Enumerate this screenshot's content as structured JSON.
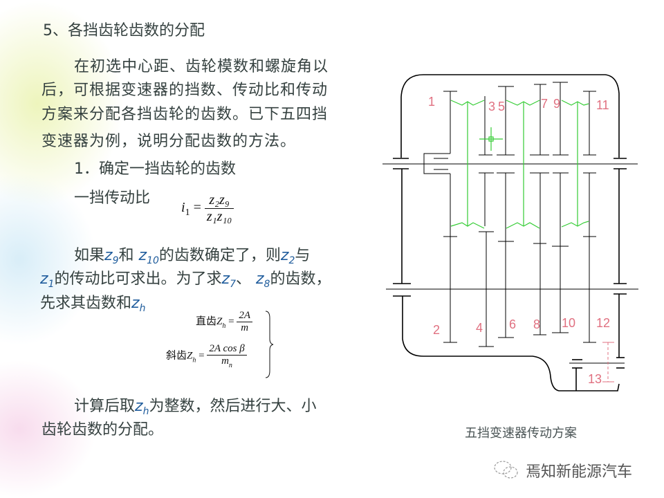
{
  "title": "5、各挡齿轮齿数的分配",
  "paragraph": [
    "在初选中心距、齿轮模数和螺旋角以",
    "后，可根据变速器的挡数、传动比和传动",
    "方案来分配各挡齿轮的齿数。已下五四挡",
    "变速器为例，说明分配齿数的方法。"
  ],
  "step1": "1．确定一挡齿轮的齿数",
  "ratio_label": "一挡传动比",
  "formula_i1": {
    "lhs": "i",
    "lhs_sub": "1",
    "num": "z₂z₉",
    "den": "z₁z₁₀"
  },
  "para2": {
    "a": "如果",
    "z9": "z",
    "s9": "9",
    "b": "和 ",
    "z10": "z",
    "s10": "10",
    "c": "的齿数确定了，则",
    "z2": "z",
    "s2": "2",
    "d": "与",
    "z1": "z",
    "s1": "1",
    "e": "的传动比可求出。为了求",
    "z7": "z",
    "s7": "7",
    "f": "、 ",
    "z8": "z",
    "s8": "8",
    "g": "的齿数，",
    "h": "先求其齿数和",
    "zh": "z",
    "sh": "h"
  },
  "formula_spur": {
    "label": "直齿",
    "lhs": "Z",
    "sub": "h",
    "num": "2A",
    "den": "m"
  },
  "formula_helical": {
    "label": "斜齿",
    "lhs": "Z",
    "sub": "h",
    "num": "2A cos β",
    "den": "m",
    "den_sub": "n"
  },
  "para3": {
    "a": "计算后取",
    "z": "z",
    "s": "h",
    "b": "为整数，然后进行大、小",
    "c": "齿轮齿数的分配。"
  },
  "diagram": {
    "caption": "五挡变速器传动方案",
    "gear_labels": [
      "1",
      "3",
      "5",
      "7",
      "9",
      "11",
      "2",
      "4",
      "6",
      "8",
      "10",
      "12",
      "13"
    ],
    "line_color": "#000000",
    "sync_color": "#33cc33",
    "label_color": "#e07080"
  },
  "watermark": "焉知新能源汽车"
}
